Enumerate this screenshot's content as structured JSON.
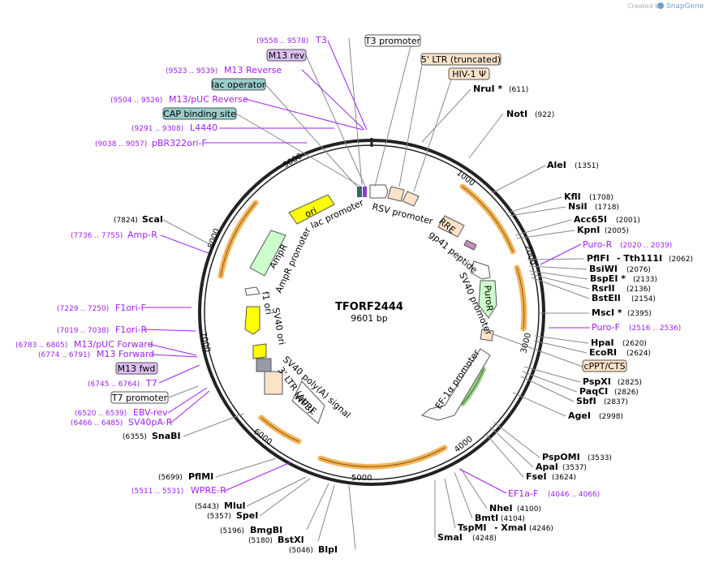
{
  "credit": {
    "prefix": "Created by",
    "brand": "SnapGene"
  },
  "center": {
    "name": "TFORF2444",
    "length": "9601 bp"
  },
  "ticks": [
    "1000",
    "2000",
    "3000",
    "4000",
    "5000",
    "6000",
    "7000",
    "8000",
    "9000"
  ],
  "sites_right": [
    {
      "name": "NruI *",
      "pos": "(611)"
    },
    {
      "name": "NotI",
      "pos": "(922)"
    },
    {
      "name": "AleI",
      "pos": "(1351)"
    },
    {
      "name": "KflI",
      "pos": "(1708)"
    },
    {
      "name": "NsiI",
      "pos": "(1718)"
    },
    {
      "name": "Acc65I",
      "pos": "(2001)"
    },
    {
      "name": "KpnI",
      "pos": "(2005)"
    },
    {
      "name": "PflFI",
      "pos": "- Tth111I",
      "pos2": "(2062)"
    },
    {
      "name": "BsiWI",
      "pos": "(2076)"
    },
    {
      "name": "BspEI *",
      "pos": "(2133)"
    },
    {
      "name": "RsrII",
      "pos": "(2136)"
    },
    {
      "name": "BstEII",
      "pos": "(2154)"
    },
    {
      "name": "MscI *",
      "pos": "(2395)"
    },
    {
      "name": "HpaI",
      "pos": "(2620)"
    },
    {
      "name": "EcoRI",
      "pos": "(2624)"
    },
    {
      "name": "PspXI",
      "pos": "(2825)"
    },
    {
      "name": "PaqCI",
      "pos": "(2826)"
    },
    {
      "name": "SbfI",
      "pos": "(2837)"
    },
    {
      "name": "AgeI",
      "pos": "(2998)"
    },
    {
      "name": "PspOMI",
      "pos": "(3533)"
    },
    {
      "name": "ApaI",
      "pos": "(3537)"
    },
    {
      "name": "FseI",
      "pos": "(3624)"
    },
    {
      "name": "NheI",
      "pos": "(4100)"
    },
    {
      "name": "BmtI",
      "pos": "(4104)"
    },
    {
      "name": "TspMI",
      "pos": "- XmaI",
      "pos2": "(4246)"
    },
    {
      "name": "SmaI",
      "pos": "(4248)"
    }
  ],
  "sites_left": [
    {
      "name": "ScaI",
      "pos": "(7824)"
    },
    {
      "name": "SnaBI",
      "pos": "(6355)"
    },
    {
      "name": "PflMI",
      "pos": "(5699)"
    },
    {
      "name": "MluI",
      "pos": "(5443)"
    },
    {
      "name": "SpeI",
      "pos": "(5357)"
    },
    {
      "name": "BmgBI",
      "pos": "(5196)"
    },
    {
      "name": "BstXI",
      "pos": "(5180)"
    },
    {
      "name": "BlpI",
      "pos": "(5046)"
    }
  ],
  "primers": [
    {
      "range": "(9558 .. 9578)",
      "name": "T3"
    },
    {
      "range": "(9523 .. 9539)",
      "name": "M13 Reverse"
    },
    {
      "range": "(9504 .. 9526)",
      "name": "M13/pUC Reverse"
    },
    {
      "range": "(9291 .. 9308)",
      "name": "L4440"
    },
    {
      "range": "(9038 .. 9057)",
      "name": "pBR322ori-F"
    },
    {
      "range": "(7736 .. 7755)",
      "name": "Amp-R"
    },
    {
      "range": "(7229 .. 7250)",
      "name": "F1ori-F"
    },
    {
      "range": "(7019 .. 7038)",
      "name": "F1ori-R"
    },
    {
      "range": "(6783 .. 6805)",
      "name": "M13/pUC Forward"
    },
    {
      "range": "(6774 .. 6791)",
      "name": "M13 Forward"
    },
    {
      "range": "(6745 .. 6764)",
      "name": "T7"
    },
    {
      "range": "(6520 .. 6539)",
      "name": "EBV-rev"
    },
    {
      "range": "(6466 .. 6485)",
      "name": "SV40pA-R"
    },
    {
      "range": "(5511 .. 5531)",
      "name": "WPRE-R"
    },
    {
      "name": "Puro-R",
      "range": "(2020 .. 2039)"
    },
    {
      "name": "Puro-F",
      "range": "(2516 .. 2536)"
    },
    {
      "name": "EF1a-F",
      "range": "(4046 .. 4066)"
    }
  ],
  "boxed": {
    "m13rev": "M13 rev",
    "lacop": "lac operator",
    "cap": "CAP binding site",
    "t3prom": "T3 promoter",
    "ltr5": "5' LTR (truncated)",
    "hiv": "HIV-1 Ψ",
    "cppt": "cPPT/CTS",
    "m13fwd": "M13 fwd",
    "t7prom": "T7 promoter"
  },
  "features": {
    "lac_promoter": "lac promoter",
    "rsv_promoter": "RSV promoter",
    "rre": "RRE",
    "gp41": "gp41 peptide",
    "sv40_promoter": "SV40 promoter",
    "puror": "PuroR",
    "ef1a": "EF-1α promoter",
    "wpre": "WPRE",
    "ltr3": "3' LTR (ΔU3)",
    "sv40polya": "SV40 poly(A) signal",
    "sv40ori": "SV40 ori",
    "f1ori": "f1 ori",
    "ampr_promoter": "AmpR promoter",
    "ampr": "AmpR",
    "ori": "ori"
  },
  "colors": {
    "backbone": "#222222",
    "primer": "#a020f0",
    "orf": "#f3b35b",
    "ori": "#ffff00",
    "ampr": "#ccffcc",
    "ltr": "#fce2c8",
    "lacop": "#99cccc",
    "puror": "#ccffcc"
  }
}
